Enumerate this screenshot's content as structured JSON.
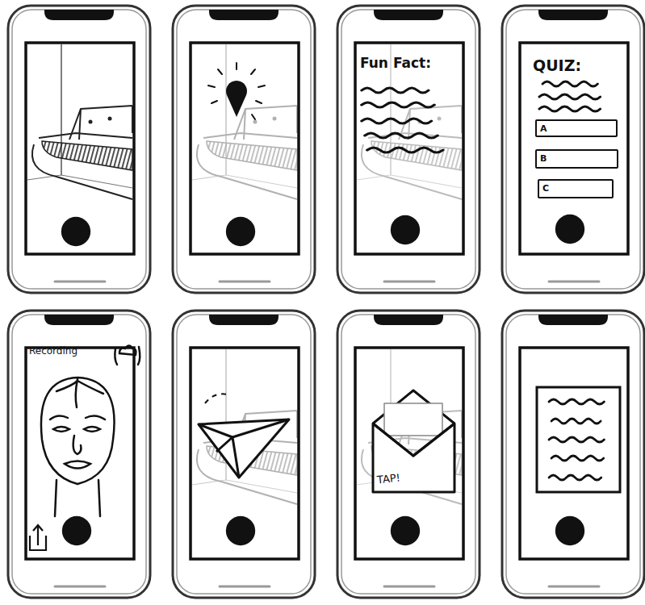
{
  "diagram": {
    "nodes": [
      {
        "text": [
          "A"
        ]
      },
      {
        "text": [
          "B"
        ]
      },
      {
        "text": [
          "C"
        ]
      }
    ],
    "labels": [
      "Fun Fact:",
      "QUIZ:",
      "Recording",
      "TAP!"
    ]
  }
}
